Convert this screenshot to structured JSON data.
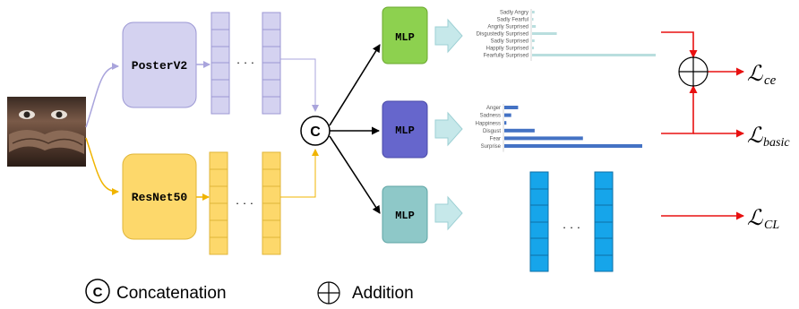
{
  "encoders": {
    "poster": "PosterV2",
    "resnet": "ResNet50"
  },
  "ellipsis": {
    "poster": "· · ·",
    "resnet": "· · ·",
    "cl": "· · ·"
  },
  "concat_symbol": "C",
  "mlp": {
    "top": "MLP",
    "mid": "MLP",
    "bot": "MLP"
  },
  "losses": {
    "ce_main": "ℒ",
    "ce_sub": "ce",
    "basic_main": "ℒ",
    "basic_sub": "basic",
    "cl_main": "ℒ",
    "cl_sub": "CL"
  },
  "legend": {
    "concat_symbol": "C",
    "concat_label": "Concatenation",
    "add_label": "Addition"
  },
  "compound_chart": {
    "categories": [
      "Sadly Angry",
      "Sadly Fearful",
      "Angrily Surprised",
      "Disgustedly Surprised",
      "Sadly Surprised",
      "Happily Surprised",
      "Fearfully Surprised"
    ],
    "values": [
      0.02,
      0.01,
      0.03,
      0.2,
      0.02,
      0.015,
      1.0
    ],
    "color": "#b9dede"
  },
  "basic_chart": {
    "categories": [
      "Anger",
      "Sadness",
      "Happiness",
      "Disgust",
      "Fear",
      "Surprise"
    ],
    "values": [
      0.1,
      0.05,
      0.015,
      0.22,
      0.57,
      1.0
    ],
    "color": "#4472c4"
  },
  "colors": {
    "poster": "#d4d2f0",
    "poster_stroke": "#9c98d4",
    "resnet": "#fdd86b",
    "resnet_stroke": "#e0b63a",
    "mlp_green": "#8dd14f",
    "mlp_purple": "#6666cc",
    "mlp_teal": "#8ec8c8",
    "cl_vec": "#16a5ea",
    "loss_arrow": "#e81010"
  },
  "face_image": "face-photo"
}
